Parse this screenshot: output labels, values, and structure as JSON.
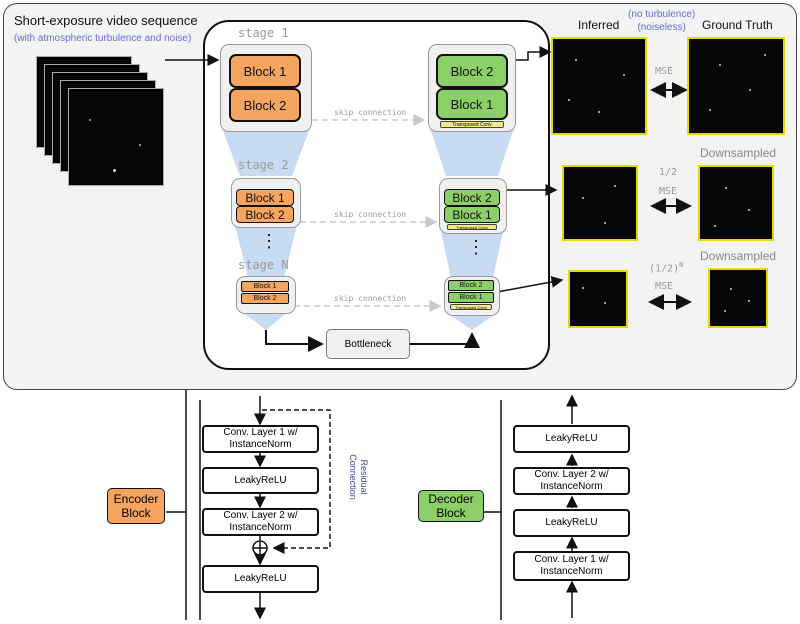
{
  "input": {
    "title": "Short-exposure video sequence",
    "subtitle": "(with atmospheric turbulence and noise)"
  },
  "network": {
    "stage1_label": "stage 1",
    "stage2_label": "stage 2",
    "stageN_label": "stage N",
    "encoder_block1": "Block 1",
    "encoder_block2": "Block 2",
    "decoder_block2": "Block 2",
    "decoder_block1": "Block 1",
    "transposed_conv": "Transposed Conv",
    "skip_connection": "skip connection",
    "bottleneck": "Bottleneck",
    "ellipsis": "⋮"
  },
  "outputs": {
    "inferred": "Inferred",
    "ground_truth": "Ground Truth",
    "ground_truth_note": "(no turbulence)\n(noiseless)",
    "mse": "MSE",
    "half": "1/2",
    "half_n": "(1/2)",
    "exp_n": "N",
    "downsampled": "Downsampled"
  },
  "encoder": {
    "tag": "Encoder\nBlock",
    "layer1": "Conv. Layer 1 w/\nInstanceNorm",
    "relu1": "LeakyReLU",
    "layer2": "Conv. Layer 2 w/\nInstanceNorm",
    "relu2": "LeakyReLU",
    "residual": "Residual\nConnection"
  },
  "decoder": {
    "tag": "Decoder\nBlock",
    "relu_top": "LeakyReLU",
    "layer2": "Conv. Layer 2 w/\nInstanceNorm",
    "relu_mid": "LeakyReLU",
    "layer1": "Conv. Layer 1 w/\nInstanceNorm"
  },
  "colors": {
    "encoder": "#f5a55f",
    "decoder": "#8ccf68",
    "highlight": "#e8d800",
    "funnel": "#c7dcf3"
  }
}
